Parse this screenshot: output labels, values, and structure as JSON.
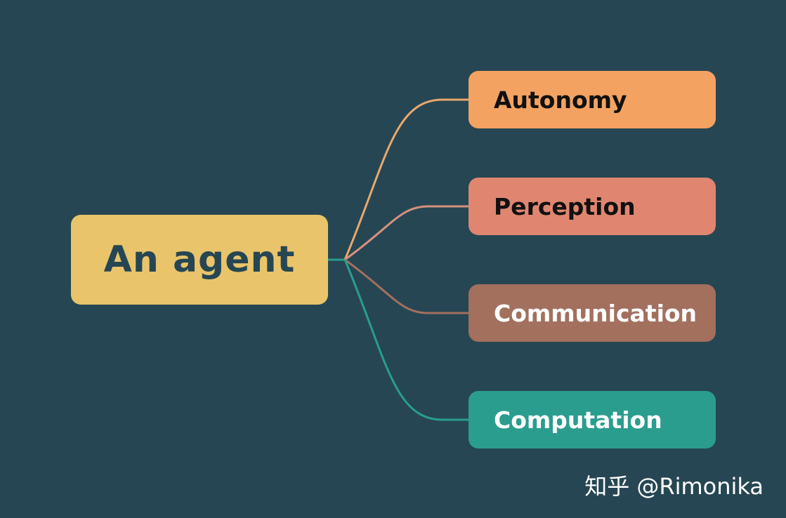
{
  "colors": {
    "background": "#264653",
    "root_fill": "#e9c46a",
    "root_text": "#264653"
  },
  "root": {
    "label": "An agent"
  },
  "branches": [
    {
      "label": "Autonomy",
      "fill": "#f4a261",
      "text_color": "#111111",
      "line_color": "#e9a86d"
    },
    {
      "label": "Perception",
      "fill": "#e08670",
      "text_color": "#111111",
      "line_color": "#d5917c"
    },
    {
      "label": "Communication",
      "fill": "#a3705e",
      "text_color": "#ffffff",
      "line_color": "#a3705e"
    },
    {
      "label": "Computation",
      "fill": "#2a9d8f",
      "text_color": "#ffffff",
      "line_color": "#2a9d8f"
    }
  ],
  "watermark": {
    "text": "知乎 @Rimonika"
  }
}
